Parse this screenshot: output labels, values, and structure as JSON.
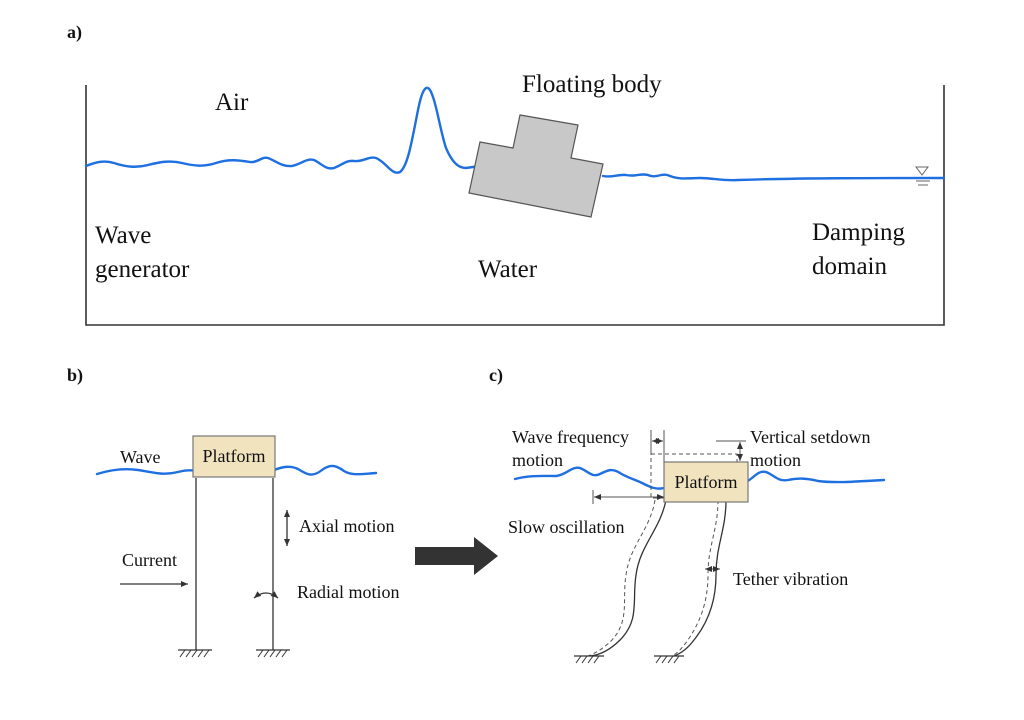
{
  "panels": {
    "a": {
      "label": "a)",
      "air": "Air",
      "floating_body": "Floating body",
      "wave_generator": [
        "Wave",
        "generator"
      ],
      "water": "Water",
      "damping_domain": [
        "Damping",
        "domain"
      ],
      "water_level_symbol": "∇"
    },
    "b": {
      "label": "b)",
      "wave": "Wave",
      "platform": "Platform",
      "axial_motion": "Axial motion",
      "current": "Current",
      "radial_motion": "Radial motion"
    },
    "c": {
      "label": "c)",
      "wave_frequency_motion": [
        "Wave frequency",
        "motion"
      ],
      "vertical_setdown_motion": [
        "Vertical setdown",
        "motion"
      ],
      "platform": "Platform",
      "slow_oscillation": "Slow oscillation",
      "tether_vibration": "Tether  vibration"
    }
  },
  "colors": {
    "water_line": "#1e6fe0",
    "floating_body_fill": "#c8c8c8",
    "platform_fill": "#f2e3bf",
    "arrow": "#333333"
  }
}
